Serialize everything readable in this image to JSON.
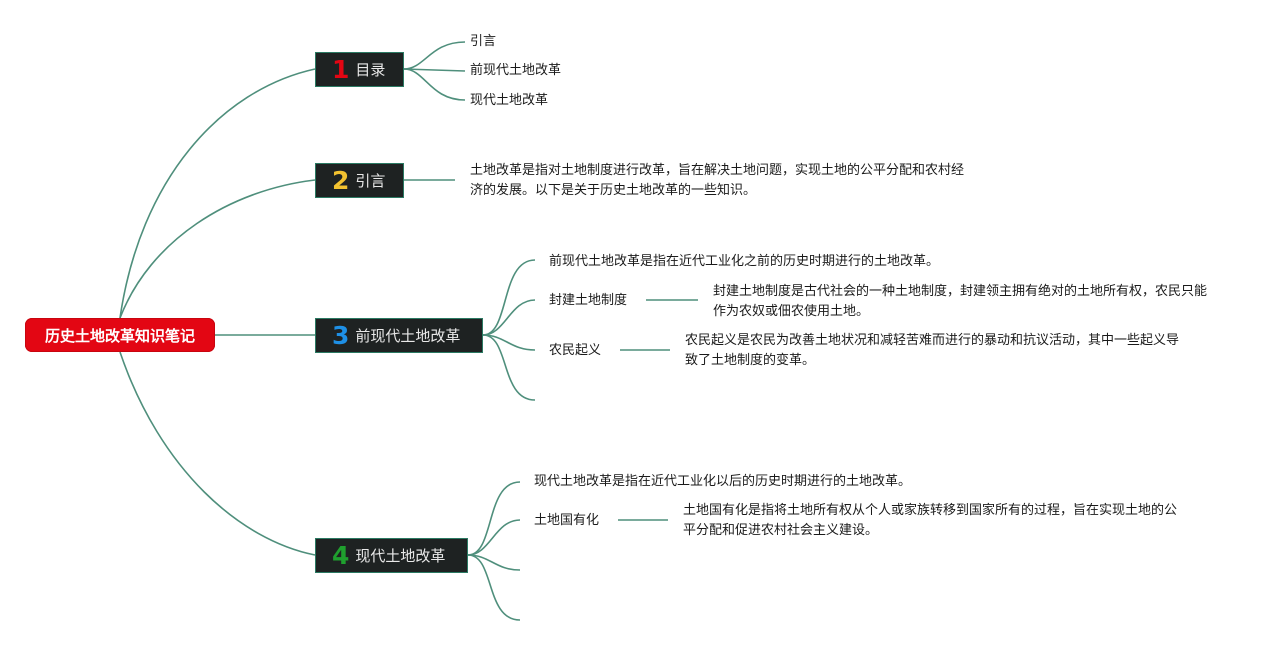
{
  "root": {
    "label": "历史土地改革知识笔记"
  },
  "branches": [
    {
      "num": "1",
      "num_color": "#e30613",
      "label": "目录",
      "items": [
        {
          "text": "引言"
        },
        {
          "text": "前现代土地改革"
        },
        {
          "text": "现代土地改革"
        }
      ]
    },
    {
      "num": "2",
      "num_color": "#f2c230",
      "label": "引言",
      "description": "土地改革是指对土地制度进行改革，旨在解决土地问题，实现土地的公平分配和农村经济的发展。以下是关于历史土地改革的一些知识。"
    },
    {
      "num": "3",
      "num_color": "#1e90e6",
      "label": "前现代土地改革",
      "items": [
        {
          "text": "前现代土地改革是指在近代工业化之前的历史时期进行的土地改革。"
        },
        {
          "text": "封建土地制度",
          "detail": "封建土地制度是古代社会的一种土地制度，封建领主拥有绝对的土地所有权，农民只能作为农奴或佃农使用土地。"
        },
        {
          "text": "农民起义",
          "detail": "农民起义是农民为改善土地状况和减轻苦难而进行的暴动和抗议活动，其中一些起义导致了土地制度的变革。"
        },
        {
          "text": ""
        }
      ]
    },
    {
      "num": "4",
      "num_color": "#1fa02e",
      "label": "现代土地改革",
      "items": [
        {
          "text": "现代土地改革是指在近代工业化以后的历史时期进行的土地改革。"
        },
        {
          "text": "土地国有化",
          "detail": "土地国有化是指将土地所有权从个人或家族转移到国家所有的过程，旨在实现土地的公平分配和促进农村社会主义建设。"
        },
        {
          "text": ""
        },
        {
          "text": ""
        }
      ]
    }
  ],
  "colors": {
    "link": "#4f8f7c",
    "root_bg": "#e30613",
    "node_bg": "#1e2222",
    "node_border": "#2b7a63"
  }
}
